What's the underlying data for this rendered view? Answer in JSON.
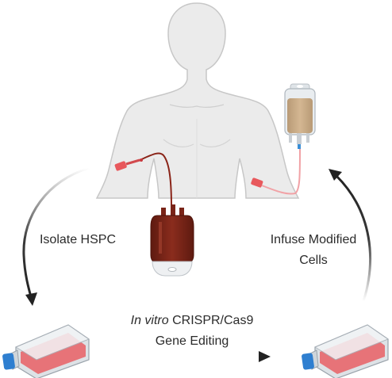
{
  "labels": {
    "isolate": "Isolate HSPC",
    "infuse_line1": "Infuse Modified",
    "infuse_line2": "Cells",
    "editing_italic": "In vitro",
    "editing_rest": " CRISPR/Cas9",
    "editing_line2": "Gene Editing"
  },
  "colors": {
    "skin": "#ebebeb",
    "outline": "#c7c7c7",
    "blood": "#7a2418",
    "infusion_bag": "#c8aa84",
    "flask_medium": "#e77378",
    "flask_cap": "#2f7fd0",
    "arrow": "#222222"
  },
  "icons": [
    "human-torso-icon",
    "blood-bag-icon",
    "infusion-bag-icon",
    "culture-flask-icon",
    "iv-catheter-icon"
  ]
}
